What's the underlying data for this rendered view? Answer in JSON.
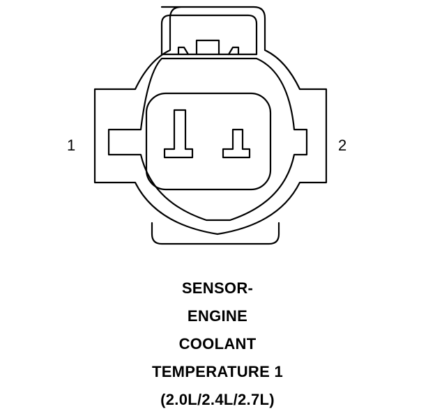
{
  "diagram": {
    "pins": [
      {
        "label": "1"
      },
      {
        "label": "2"
      }
    ],
    "caption_lines": [
      "SENSOR-",
      "ENGINE",
      "COOLANT",
      "TEMPERATURE 1",
      "(2.0L/2.4L/2.7L)"
    ]
  }
}
